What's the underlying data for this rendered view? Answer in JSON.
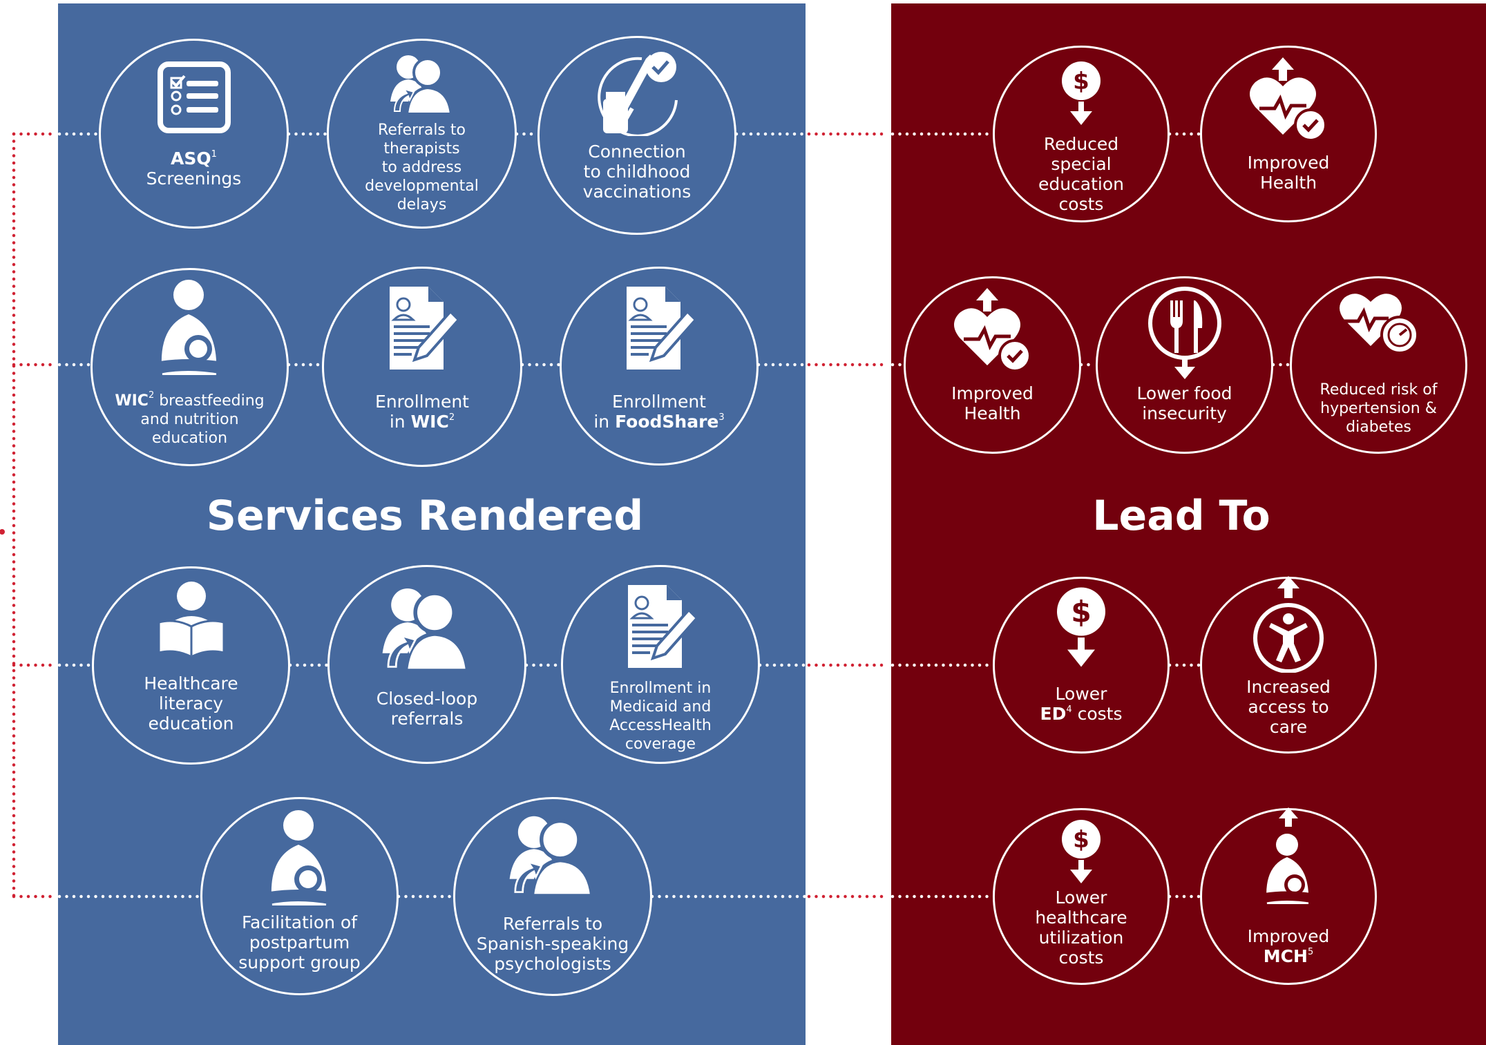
{
  "sections": {
    "services_title": "Services Rendered",
    "outcomes_title": "Lead To"
  },
  "colors": {
    "services_bg": "#46699e",
    "outcomes_bg": "#73000d",
    "connector": "#d02233",
    "icon": "#ffffff"
  },
  "services": [
    {
      "row": 1,
      "icon": "checklist-icon",
      "bold": "ASQ",
      "sup": "1",
      "text": "Screenings"
    },
    {
      "row": 1,
      "icon": "referral-people-icon",
      "text": "Referrals to\ntherapists\nto address\ndevelopmental\ndelays"
    },
    {
      "row": 1,
      "icon": "vaccine-icon",
      "text": "Connection\nto childhood\nvaccinations"
    },
    {
      "row": 2,
      "icon": "breastfeeding-icon",
      "bold": "WIC",
      "sup": "2",
      "text": "breastfeeding\nand nutrition\neducation"
    },
    {
      "row": 2,
      "icon": "enrollment-form-icon",
      "text": "Enrollment\nin",
      "bold": "WIC",
      "sup": "2"
    },
    {
      "row": 2,
      "icon": "enrollment-form-icon",
      "text": "Enrollment\nin",
      "bold": "FoodShare",
      "sup": "3"
    },
    {
      "row": 3,
      "icon": "reading-person-icon",
      "text": "Healthcare\nliteracy\neducation"
    },
    {
      "row": 3,
      "icon": "referral-people-icon",
      "text": "Closed-loop\nreferrals"
    },
    {
      "row": 3,
      "icon": "enrollment-form-icon",
      "text": "Enrollment in\nMedicaid and\nAccessHealth\ncoverage"
    },
    {
      "row": 4,
      "icon": "breastfeeding-icon",
      "text": "Facilitation of\npostpartum\nsupport group"
    },
    {
      "row": 4,
      "icon": "referral-people-icon",
      "text": "Referrals to\nSpanish-speaking\npsychologists"
    }
  ],
  "outcomes": [
    {
      "row": 1,
      "icon": "dollar-down-icon",
      "text": "Reduced\nspecial\neducation\ncosts"
    },
    {
      "row": 1,
      "icon": "heart-up-check-icon",
      "text": "Improved\nHealth"
    },
    {
      "row": 2,
      "icon": "heart-up-check-icon",
      "text": "Improved\nHealth"
    },
    {
      "row": 2,
      "icon": "plate-down-icon",
      "text": "Lower food\ninsecurity"
    },
    {
      "row": 2,
      "icon": "heart-gauge-icon",
      "text": "Reduced risk of\nhypertension &\ndiabetes"
    },
    {
      "row": 3,
      "icon": "dollar-down-icon",
      "text_pre": "Lower\n",
      "bold": "ED",
      "sup": "4",
      "text": "costs"
    },
    {
      "row": 3,
      "icon": "person-up-icon",
      "text": "Increased\naccess to\ncare"
    },
    {
      "row": 4,
      "icon": "dollar-down-icon",
      "text": "Lower\nhealthcare\nutilization\ncosts"
    },
    {
      "row": 4,
      "icon": "breastfeeding-up-icon",
      "text": "Improved\n",
      "bold": "MCH",
      "sup": "5"
    }
  ]
}
